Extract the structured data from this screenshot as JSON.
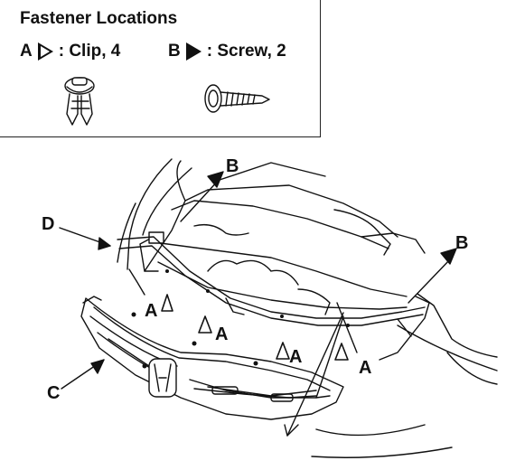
{
  "legend": {
    "title": "Fastener Locations",
    "clip": {
      "letter": "A",
      "text": ": Clip, 4",
      "icon": "open-triangle-icon"
    },
    "screw": {
      "letter": "B",
      "text": ": Screw, 2",
      "icon": "filled-triangle-icon"
    }
  },
  "callouts": {
    "b_top": "B",
    "b_right": "B",
    "d": "D",
    "c": "C",
    "a1": "A",
    "a2": "A",
    "a3": "A",
    "a4": "A"
  }
}
